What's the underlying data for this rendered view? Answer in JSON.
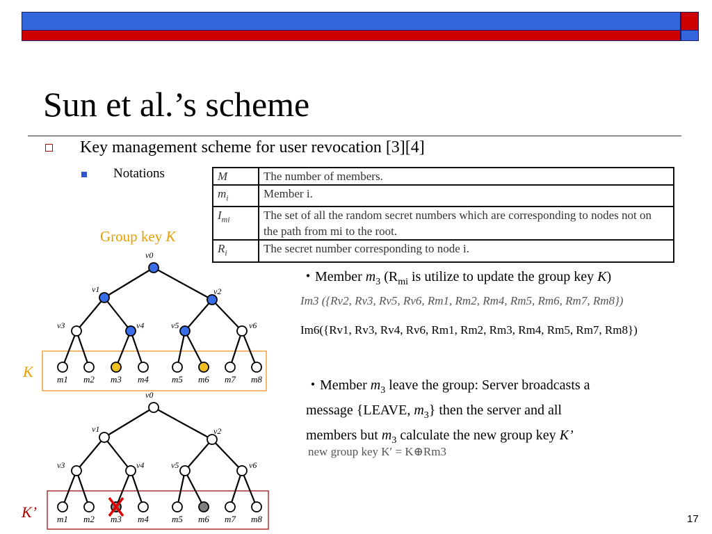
{
  "slide": {
    "title": "Sun et al.’s scheme",
    "bullet1": "Key management scheme for user revocation [3][4]",
    "bullet2": "Notations",
    "page_number": "17"
  },
  "notation_table": [
    {
      "symbol": "M",
      "meaning": "The number of members."
    },
    {
      "symbol": "m",
      "sub": "i",
      "meaning": "Member i."
    },
    {
      "symbol": "I",
      "sub": "mi",
      "meaning": "The set of all the random secret numbers which are corresponding to nodes not on the path from mi to the root."
    },
    {
      "symbol": "R",
      "sub": "i",
      "meaning": "The secret number corresponding to node i."
    }
  ],
  "labels": {
    "group_key": "Group key",
    "group_key_var": "K",
    "k": "K",
    "k_prime": "K’"
  },
  "text": {
    "p1_prefix": "・Member",
    "p1_m": "m",
    "p1_m_sub": "3",
    "p1_open": "(R",
    "p1_R_sub": "mi",
    "p1_rest": "is utilize to update the group key",
    "p1_k": "K",
    "p1_close": ")",
    "im3_formula": "Im3 ({Rv2, Rv3, Rv5, Rv6, Rm1, Rm2, Rm4, Rm5, Rm6, Rm7, Rm8})",
    "im6_formula": "Im6({Rv1, Rv3, Rv4, Rv6, Rm1, Rm2, Rm3, Rm4, Rm5, Rm7, Rm8})",
    "p2_line1_a": "・Member",
    "p2_m": "m",
    "p2_m_sub": "3",
    "p2_line1_b": "leave the group: Server broadcasts a",
    "p2_line2_a": "message {LEAVE,",
    "p2_line2_b": "} then the server and all",
    "p2_line3_a": "members but",
    "p2_line3_b": "calculate the new group key",
    "p2_kprime": "K’",
    "new_key_formula": "new group key K′ = K⊕Rm3"
  },
  "trees": {
    "internal_labels": [
      "v0",
      "v1",
      "v2",
      "v3",
      "v4",
      "v5",
      "v6"
    ],
    "leaf_labels": [
      "m1",
      "m2",
      "m3",
      "m4",
      "m5",
      "m6",
      "m7",
      "m8"
    ],
    "colors": {
      "blue": "#3a6ee8",
      "yellow": "#f0c020",
      "gray": "#808080",
      "orange_box": "#f0a040",
      "red_box": "#b03030",
      "red_x": "#dd0000"
    },
    "top": {
      "blue_nodes": [
        "v0",
        "v1",
        "v2",
        "v4",
        "v5"
      ],
      "yellow_leaves": [
        "m3",
        "m6"
      ]
    },
    "bottom": {
      "gray_leaves": [
        "m3",
        "m6"
      ],
      "crossed_leaf": "m3"
    }
  }
}
